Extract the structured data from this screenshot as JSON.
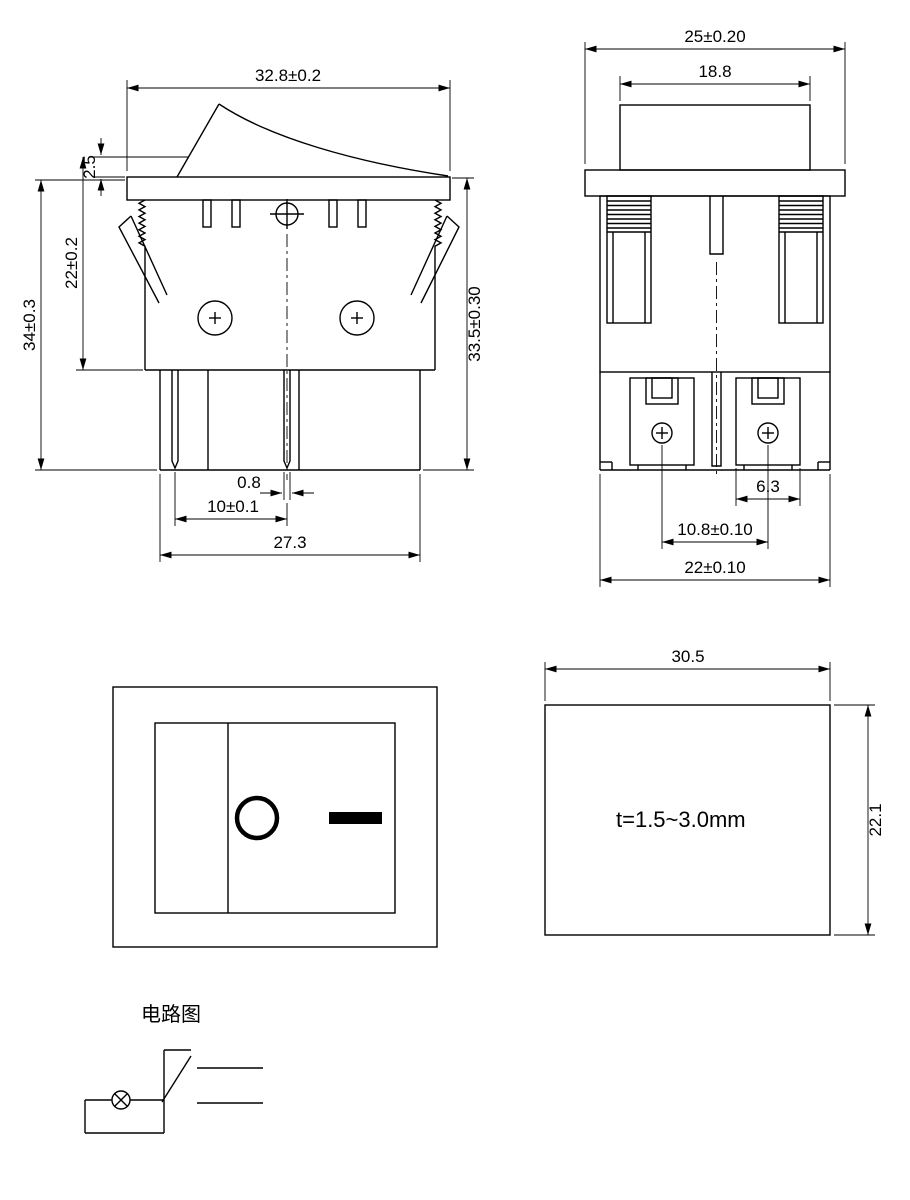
{
  "side_view": {
    "top_width": "32.8±0.2",
    "overall_height": "34±0.3",
    "inner_height": "22±0.2",
    "bezel_height": "2.5",
    "total_height_right": "33.5±0.30",
    "terminal_thickness": "0.8",
    "terminal_pitch": "10±0.1",
    "base_width": "27.3"
  },
  "front_view": {
    "bezel_width": "25±0.20",
    "rocker_width": "18.8",
    "terminal_blade_width": "6.3",
    "terminal_pitch": "10.8±0.10",
    "body_width": "22±0.10"
  },
  "panel_cutout": {
    "width": "30.5",
    "height": "22.1",
    "thickness_note": "t=1.5~3.0mm"
  },
  "circuit_diagram": {
    "title": "电路图"
  }
}
